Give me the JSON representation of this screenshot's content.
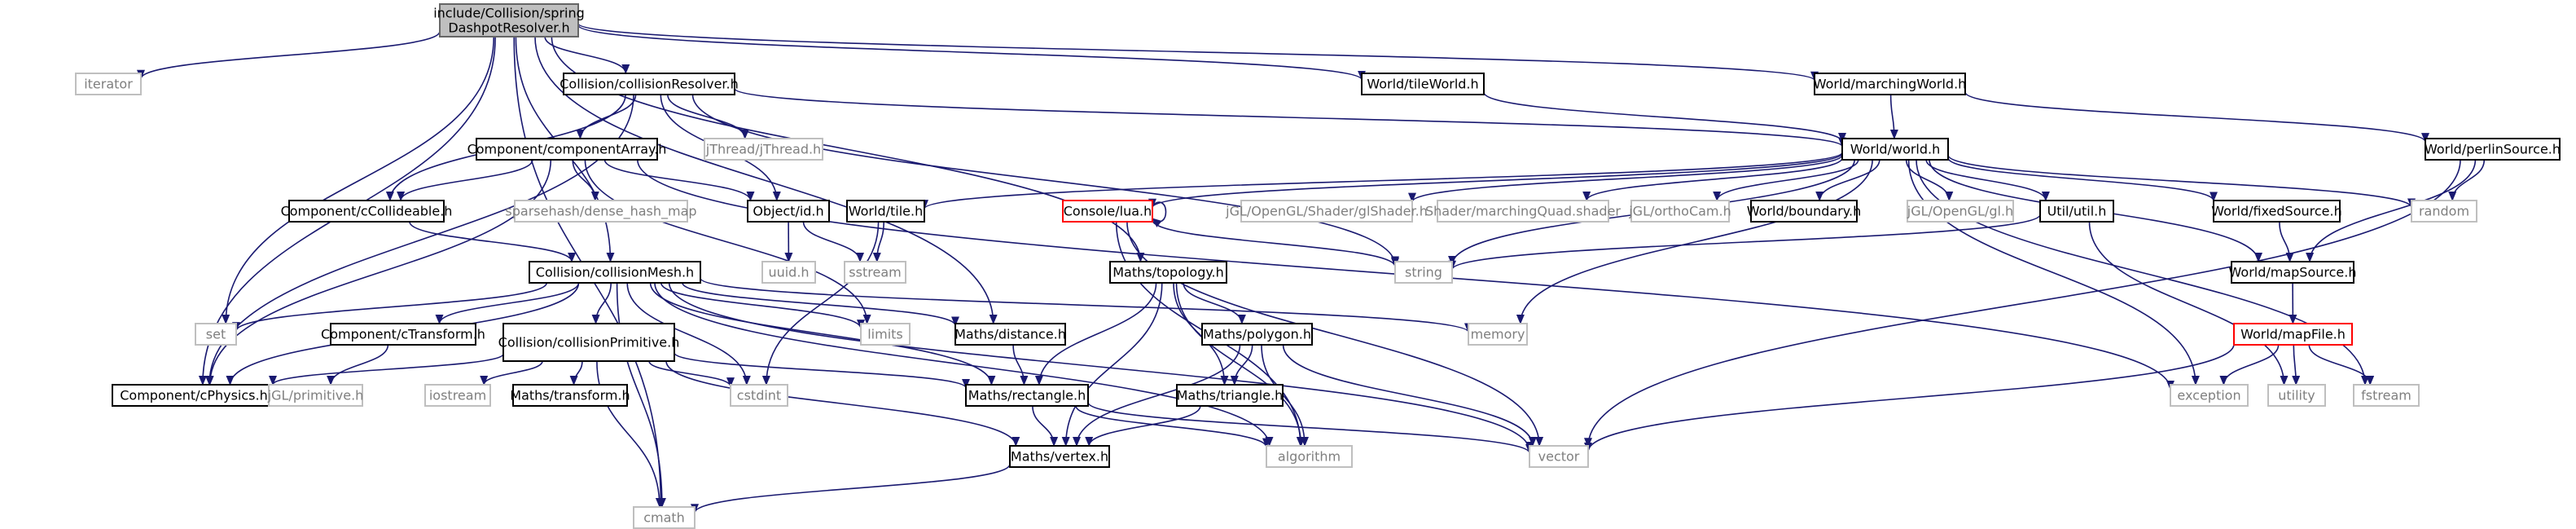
{
  "diagram": {
    "nodes": [
      {
        "id": "root",
        "lines": [
          "include/Collision/spring",
          "DashpotResolver.h"
        ],
        "style": "root"
      },
      {
        "id": "iterator",
        "lines": [
          "iterator"
        ],
        "style": "external"
      },
      {
        "id": "collisionResolver",
        "lines": [
          "Collision/collisionResolver.h"
        ],
        "style": "internal"
      },
      {
        "id": "tileWorld",
        "lines": [
          "World/tileWorld.h"
        ],
        "style": "internal"
      },
      {
        "id": "marchingWorld",
        "lines": [
          "World/marchingWorld.h"
        ],
        "style": "internal"
      },
      {
        "id": "world",
        "lines": [
          "World/world.h"
        ],
        "style": "internal"
      },
      {
        "id": "perlinSource",
        "lines": [
          "World/perlinSource.h"
        ],
        "style": "internal"
      },
      {
        "id": "componentArray",
        "lines": [
          "Component/componentArray.h"
        ],
        "style": "internal"
      },
      {
        "id": "jThread",
        "lines": [
          "jThread/jThread.h"
        ],
        "style": "external"
      },
      {
        "id": "cCollideable",
        "lines": [
          "Component/cCollideable.h"
        ],
        "style": "internal"
      },
      {
        "id": "sparsehash",
        "lines": [
          "sparsehash/dense_hash_map"
        ],
        "style": "external"
      },
      {
        "id": "objectId",
        "lines": [
          "Object/id.h"
        ],
        "style": "internal"
      },
      {
        "id": "worldTile",
        "lines": [
          "World/tile.h"
        ],
        "style": "internal"
      },
      {
        "id": "consoleLua",
        "lines": [
          "Console/lua.h"
        ],
        "style": "missing"
      },
      {
        "id": "glShader",
        "lines": [
          "jGL/OpenGL/Shader/glShader.h"
        ],
        "style": "external"
      },
      {
        "id": "marchingQuad",
        "lines": [
          "Shader/marchingQuad.shader"
        ],
        "style": "external"
      },
      {
        "id": "orthoCam",
        "lines": [
          "jGL/orthoCam.h"
        ],
        "style": "external"
      },
      {
        "id": "boundary",
        "lines": [
          "World/boundary.h"
        ],
        "style": "internal"
      },
      {
        "id": "glh",
        "lines": [
          "jGL/OpenGL/gl.h"
        ],
        "style": "external"
      },
      {
        "id": "utilH",
        "lines": [
          "Util/util.h"
        ],
        "style": "internal"
      },
      {
        "id": "fixedSource",
        "lines": [
          "World/fixedSource.h"
        ],
        "style": "internal"
      },
      {
        "id": "random",
        "lines": [
          "random"
        ],
        "style": "external"
      },
      {
        "id": "uuid",
        "lines": [
          "uuid.h"
        ],
        "style": "external"
      },
      {
        "id": "sstream",
        "lines": [
          "sstream"
        ],
        "style": "external"
      },
      {
        "id": "string",
        "lines": [
          "string"
        ],
        "style": "external"
      },
      {
        "id": "mapSource",
        "lines": [
          "World/mapSource.h"
        ],
        "style": "internal"
      },
      {
        "id": "collisionMesh",
        "lines": [
          "Collision/collisionMesh.h"
        ],
        "style": "internal"
      },
      {
        "id": "topology",
        "lines": [
          "Maths/topology.h"
        ],
        "style": "internal"
      },
      {
        "id": "set",
        "lines": [
          "set"
        ],
        "style": "external"
      },
      {
        "id": "cTransform",
        "lines": [
          "Component/cTransform.h"
        ],
        "style": "internal"
      },
      {
        "id": "limits",
        "lines": [
          "limits"
        ],
        "style": "external"
      },
      {
        "id": "distance",
        "lines": [
          "Maths/distance.h"
        ],
        "style": "internal"
      },
      {
        "id": "memory",
        "lines": [
          "memory"
        ],
        "style": "external"
      },
      {
        "id": "mapFile",
        "lines": [
          "World/mapFile.h"
        ],
        "style": "missing"
      },
      {
        "id": "collisionPrimitive",
        "lines": [
          "Collision/collisionPrimitive.h"
        ],
        "style": "internal"
      },
      {
        "id": "polygon",
        "lines": [
          "Maths/polygon.h"
        ],
        "style": "internal"
      },
      {
        "id": "cPhysics",
        "lines": [
          "Component/cPhysics.h"
        ],
        "style": "internal"
      },
      {
        "id": "primitive",
        "lines": [
          "jGL/primitive.h"
        ],
        "style": "external"
      },
      {
        "id": "iostream",
        "lines": [
          "iostream"
        ],
        "style": "external"
      },
      {
        "id": "transform",
        "lines": [
          "Maths/transform.h"
        ],
        "style": "internal"
      },
      {
        "id": "cstdint",
        "lines": [
          "cstdint"
        ],
        "style": "external"
      },
      {
        "id": "rectangle",
        "lines": [
          "Maths/rectangle.h"
        ],
        "style": "internal"
      },
      {
        "id": "triangle",
        "lines": [
          "Maths/triangle.h"
        ],
        "style": "internal"
      },
      {
        "id": "exception",
        "lines": [
          "exception"
        ],
        "style": "external"
      },
      {
        "id": "utility",
        "lines": [
          "utility"
        ],
        "style": "external"
      },
      {
        "id": "fstream",
        "lines": [
          "fstream"
        ],
        "style": "external"
      },
      {
        "id": "vertex",
        "lines": [
          "Maths/vertex.h"
        ],
        "style": "internal"
      },
      {
        "id": "algorithm",
        "lines": [
          "algorithm"
        ],
        "style": "external"
      },
      {
        "id": "vector",
        "lines": [
          "vector"
        ],
        "style": "external"
      },
      {
        "id": "cmath",
        "lines": [
          "cmath"
        ],
        "style": "external"
      }
    ],
    "edges": [
      [
        "root",
        "iterator"
      ],
      [
        "root",
        "collisionResolver"
      ],
      [
        "root",
        "tileWorld"
      ],
      [
        "root",
        "marchingWorld"
      ],
      [
        "root",
        "set"
      ],
      [
        "root",
        "cPhysics"
      ],
      [
        "root",
        "collisionMesh"
      ],
      [
        "root",
        "distance"
      ],
      [
        "root",
        "topology"
      ],
      [
        "root",
        "cmath"
      ],
      [
        "collisionResolver",
        "componentArray"
      ],
      [
        "collisionResolver",
        "jThread"
      ],
      [
        "collisionResolver",
        "objectId"
      ],
      [
        "collisionResolver",
        "world"
      ],
      [
        "collisionResolver",
        "cCollideable"
      ],
      [
        "collisionResolver",
        "cPhysics"
      ],
      [
        "collisionResolver",
        "string"
      ],
      [
        "tileWorld",
        "world"
      ],
      [
        "marchingWorld",
        "world"
      ],
      [
        "marchingWorld",
        "perlinSource"
      ],
      [
        "world",
        "worldTile"
      ],
      [
        "world",
        "consoleLua"
      ],
      [
        "world",
        "glShader"
      ],
      [
        "world",
        "marchingQuad"
      ],
      [
        "world",
        "orthoCam"
      ],
      [
        "world",
        "boundary"
      ],
      [
        "world",
        "glh"
      ],
      [
        "world",
        "utilH"
      ],
      [
        "world",
        "fixedSource"
      ],
      [
        "world",
        "mapSource"
      ],
      [
        "world",
        "random"
      ],
      [
        "world",
        "string"
      ],
      [
        "world",
        "memory"
      ],
      [
        "world",
        "exception"
      ],
      [
        "world",
        "fstream"
      ],
      [
        "perlinSource",
        "random"
      ],
      [
        "perlinSource",
        "mapSource"
      ],
      [
        "perlinSource",
        "vector"
      ],
      [
        "componentArray",
        "cCollideable"
      ],
      [
        "componentArray",
        "sparsehash"
      ],
      [
        "componentArray",
        "objectId"
      ],
      [
        "componentArray",
        "cPhysics"
      ],
      [
        "componentArray",
        "limits"
      ],
      [
        "componentArray",
        "exception"
      ],
      [
        "cCollideable",
        "collisionMesh"
      ],
      [
        "objectId",
        "uuid"
      ],
      [
        "objectId",
        "sstream"
      ],
      [
        "worldTile",
        "sstream"
      ],
      [
        "worldTile",
        "cstdint"
      ],
      [
        "consoleLua",
        "consoleLua"
      ],
      [
        "consoleLua",
        "string"
      ],
      [
        "consoleLua",
        "algorithm"
      ],
      [
        "consoleLua",
        "vector"
      ],
      [
        "utilH",
        "string"
      ],
      [
        "utilH",
        "utility"
      ],
      [
        "fixedSource",
        "mapSource"
      ],
      [
        "mapSource",
        "mapFile"
      ],
      [
        "mapFile",
        "exception"
      ],
      [
        "mapFile",
        "utility"
      ],
      [
        "mapFile",
        "fstream"
      ],
      [
        "mapFile",
        "vector"
      ],
      [
        "collisionMesh",
        "set"
      ],
      [
        "collisionMesh",
        "cTransform"
      ],
      [
        "collisionMesh",
        "collisionPrimitive"
      ],
      [
        "collisionMesh",
        "cPhysics"
      ],
      [
        "collisionMesh",
        "limits"
      ],
      [
        "collisionMesh",
        "distance"
      ],
      [
        "collisionMesh",
        "memory"
      ],
      [
        "collisionMesh",
        "rectangle"
      ],
      [
        "collisionMesh",
        "cstdint"
      ],
      [
        "collisionMesh",
        "vector"
      ],
      [
        "collisionMesh",
        "algorithm"
      ],
      [
        "collisionMesh",
        "cmath"
      ],
      [
        "cTransform",
        "primitive"
      ],
      [
        "collisionPrimitive",
        "cPhysics"
      ],
      [
        "collisionPrimitive",
        "iostream"
      ],
      [
        "collisionPrimitive",
        "transform"
      ],
      [
        "collisionPrimitive",
        "cstdint"
      ],
      [
        "collisionPrimitive",
        "rectangle"
      ],
      [
        "collisionPrimitive",
        "vertex"
      ],
      [
        "collisionPrimitive",
        "cmath"
      ],
      [
        "distance",
        "rectangle"
      ],
      [
        "topology",
        "polygon"
      ],
      [
        "topology",
        "triangle"
      ],
      [
        "topology",
        "rectangle"
      ],
      [
        "topology",
        "vertex"
      ],
      [
        "topology",
        "algorithm"
      ],
      [
        "polygon",
        "triangle"
      ],
      [
        "polygon",
        "vertex"
      ],
      [
        "polygon",
        "algorithm"
      ],
      [
        "polygon",
        "vector"
      ],
      [
        "rectangle",
        "vertex"
      ],
      [
        "rectangle",
        "algorithm"
      ],
      [
        "rectangle",
        "vector"
      ],
      [
        "triangle",
        "vertex"
      ],
      [
        "vertex",
        "cmath"
      ]
    ]
  },
  "colors": {
    "edge": "#191970",
    "root_fill": "#bfbfbf",
    "root_stroke": "#666666",
    "internal_stroke": "#000000",
    "external_stroke": "#bfbfbf",
    "missing_stroke": "#ff0000",
    "internal_text": "#000000",
    "external_text": "#7f7f7f"
  }
}
